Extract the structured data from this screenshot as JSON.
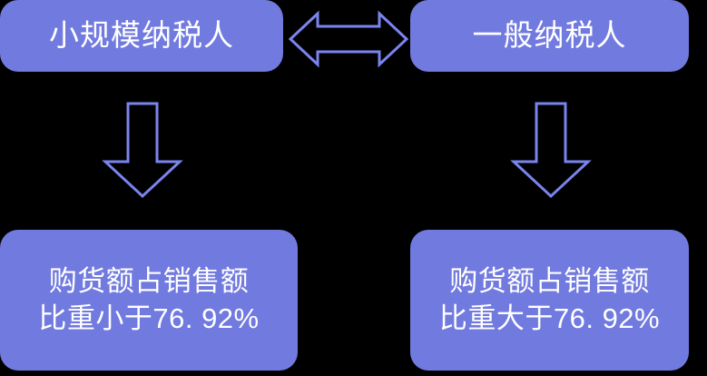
{
  "diagram": {
    "title": "",
    "background_color": "#000000",
    "node_fill_color": "#717ADF",
    "node_text_color": "#FFFFFF",
    "arrow_stroke_color": "#7A84EE",
    "nodes": {
      "top_left": {
        "label": "小规模纳税人"
      },
      "top_right": {
        "label": "一般纳税人"
      },
      "bottom_left": {
        "line1": "购货额占销售额",
        "line2": "比重小于76. 92%"
      },
      "bottom_right": {
        "line1": "购货额占销售额",
        "line2": "比重大于76. 92%"
      }
    },
    "connectors": {
      "bidirectional": {
        "name": "double-headed-horizontal-arrow"
      },
      "left_down": {
        "name": "down-arrow"
      },
      "right_down": {
        "name": "down-arrow"
      }
    }
  }
}
